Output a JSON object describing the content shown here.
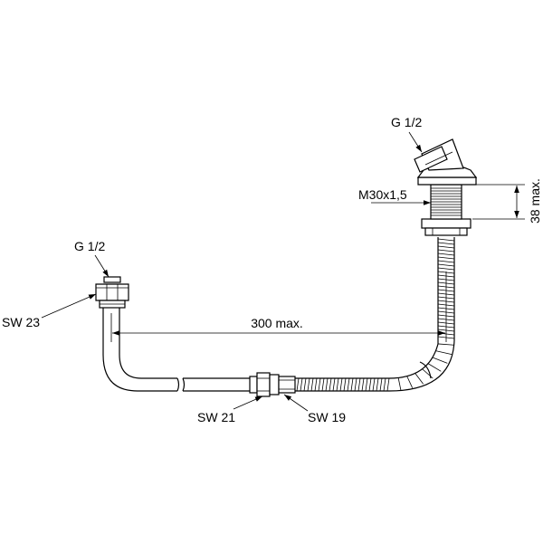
{
  "labels": {
    "g_left": "G 1/2",
    "g_right": "G 1/2",
    "sw23": "SW 23",
    "sw21": "SW 21",
    "sw19": "SW 19",
    "dim_300": "300 max.",
    "m30": "M30x1,5",
    "dim_38": "38 max."
  }
}
